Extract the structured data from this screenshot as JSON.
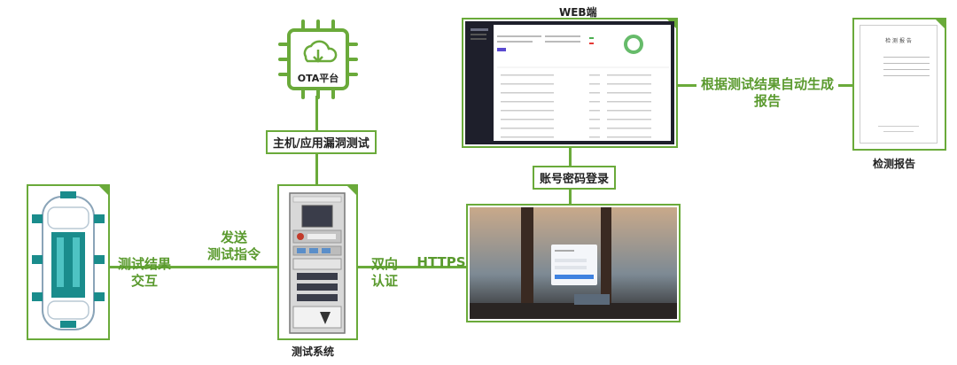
{
  "nodes": {
    "ota": {
      "name": "OTA平台"
    },
    "test_system": {
      "caption": "测试系统"
    },
    "web": {
      "title": "WEB端"
    },
    "report": {
      "caption": "检测报告"
    }
  },
  "edges": {
    "host_app_test": "主机/应用漏洞测试",
    "send_cmd_line1": "发送",
    "send_cmd_line2": "测试指令",
    "result_line1": "测试结果",
    "result_line2": "交互",
    "mutual_line1": "双向",
    "mutual_line2": "认证",
    "https": "HTTPS",
    "login": "账号密码登录",
    "auto_report": "根据测试结果自动生成报告"
  },
  "report_doc": {
    "title": "检 测 报 告"
  },
  "colors": {
    "accent": "#6aaa3a",
    "teal": "#1a8c8c",
    "monitor": "#1e1f2b"
  }
}
